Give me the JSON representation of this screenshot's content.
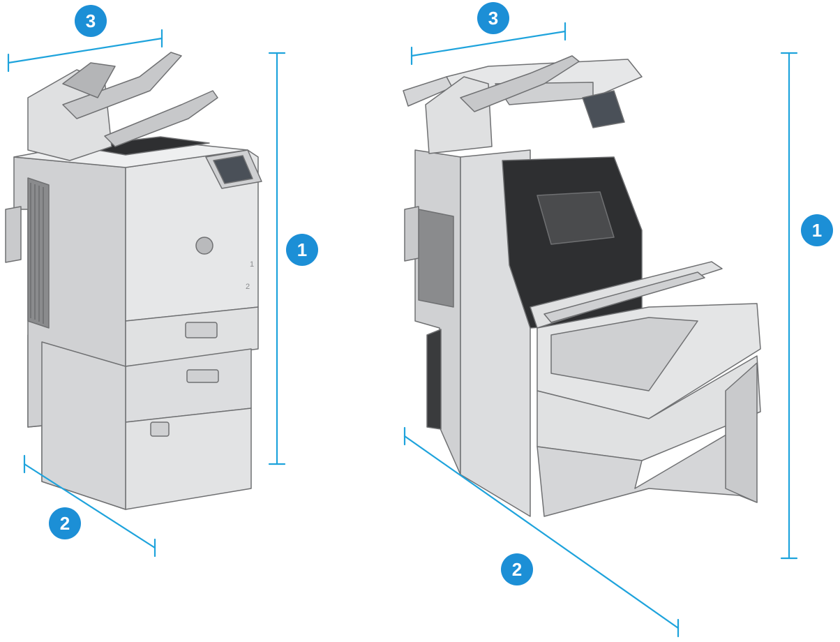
{
  "colors": {
    "dimension_line": "#1ea3dc",
    "callout_fill": "#1c8fd6",
    "callout_text": "#ffffff",
    "printer_body": "#e3e4e5",
    "printer_shade": "#c9cacc",
    "printer_outline": "#6f7072",
    "interior_dark": "#2e2f31"
  },
  "views": [
    {
      "name": "closed-view",
      "callouts": [
        {
          "id": "height",
          "label": "1"
        },
        {
          "id": "depth",
          "label": "2"
        },
        {
          "id": "width",
          "label": "3"
        }
      ]
    },
    {
      "name": "open-view",
      "callouts": [
        {
          "id": "height",
          "label": "1"
        },
        {
          "id": "depth",
          "label": "2"
        },
        {
          "id": "width",
          "label": "3"
        }
      ]
    }
  ],
  "tray_markings": {
    "tray_1": "1",
    "tray_2": "2"
  }
}
